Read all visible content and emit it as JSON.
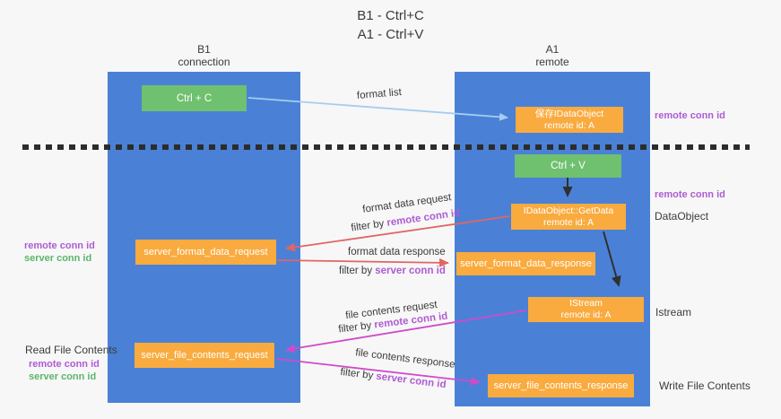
{
  "title": {
    "line1": "B1 - Ctrl+C",
    "line2": "A1 - Ctrl+V"
  },
  "lifelines": {
    "left": {
      "title": "B1",
      "subtitle": "connection"
    },
    "right": {
      "title": "A1",
      "subtitle": "remote"
    }
  },
  "nodes": {
    "ctrl_c": {
      "label": "Ctrl + C"
    },
    "saved_idataobject": {
      "line1": "保存IDataObject",
      "line2": "remote id: A"
    },
    "ctrl_v": {
      "label": "Ctrl + V"
    },
    "getdata": {
      "line1": "IDataObject::GetData",
      "line2": "remote id: A"
    },
    "format_request": {
      "label": "server_format_data_request"
    },
    "format_response": {
      "label": "server_format_data_response"
    },
    "istream": {
      "line1": "IStream",
      "line2": "remote id: A"
    },
    "file_request": {
      "label": "server_file_contents_request"
    },
    "file_response": {
      "label": "server_file_contents_response"
    }
  },
  "edges": {
    "format_list": {
      "label": "format list"
    },
    "format_request": {
      "label": "format data request",
      "filter_prefix": "filter by ",
      "filter_key": "remote conn id"
    },
    "format_response": {
      "label": "format data response",
      "filter_prefix": "filter by ",
      "filter_key": "server conn id"
    },
    "file_request": {
      "label": "file contents request",
      "filter_prefix": "filter by ",
      "filter_key": "remote conn id"
    },
    "file_response": {
      "label": "file contents response",
      "filter_prefix": "filter by ",
      "filter_key": "server conn id"
    }
  },
  "annotations": {
    "top_right_conn": "remote conn id",
    "mid_right_conn": "remote conn id",
    "dataobject": "DataObject",
    "istream": "Istream",
    "write_file": "Write File Contents",
    "read_file": "Read File Contents",
    "left_legend_1": {
      "remote": "remote conn id",
      "server": "server conn id"
    },
    "left_legend_2": {
      "remote": "remote conn id",
      "server": "server conn id"
    }
  },
  "colors": {
    "column_blue": "#4a81d6",
    "box_green": "#6fc06f",
    "box_orange": "#f9ab3f",
    "arrow_light_blue": "#a5cdf0",
    "arrow_red": "#e06663",
    "arrow_magenta": "#cf4bc9",
    "arrow_black": "#303030",
    "text_purple": "#ae5cd2",
    "text_green": "#5bb56c",
    "text_dark": "#3b3b3b",
    "background": "#f7f7f7"
  }
}
